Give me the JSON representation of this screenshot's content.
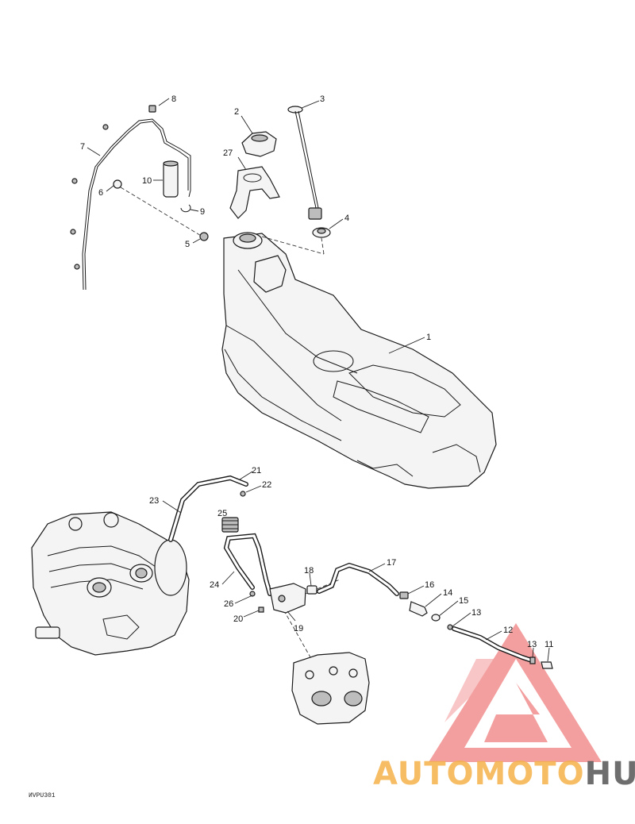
{
  "diagram": {
    "drawing_code": "ИVPU301",
    "callouts": [
      "1",
      "2",
      "3",
      "4",
      "5",
      "6",
      "7",
      "8",
      "9",
      "10",
      "11",
      "12",
      "13",
      "13",
      "14",
      "15",
      "16",
      "17",
      "18",
      "19",
      "20",
      "21",
      "22",
      "23",
      "24",
      "25",
      "26",
      "27"
    ]
  },
  "watermark": {
    "brand_part1": "AUTOMOTO",
    "brand_part2": "HUB",
    "colors": {
      "primary": "#f07a7a",
      "secondary": "#f5b24a",
      "dark": "#555555"
    }
  }
}
